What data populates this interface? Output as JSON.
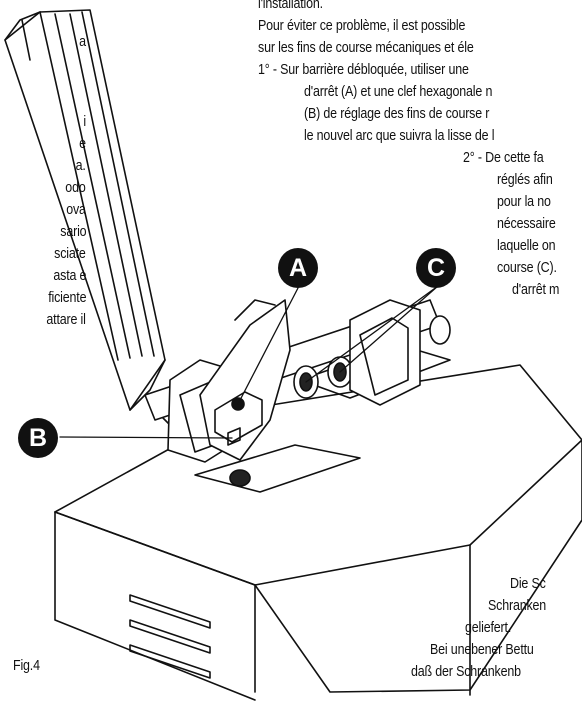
{
  "fr": {
    "lines": [
      "l'installation.",
      "Pour éviter ce problème, il est possible",
      "sur les fins de course mécaniques et éle",
      "1° - Sur barrière débloquée, utiliser une",
      "d'arrêt (A) et une clef hexagonale n",
      "(B) de réglage des fins de course r",
      "le nouvel arc que suivra la lisse de l",
      "2° - De cette fa",
      "réglés afin",
      "pour la no",
      "nécessaire",
      "laquelle on",
      "course (C).",
      "d'arrêt m"
    ]
  },
  "it": {
    "lines": [
      "a",
      "i",
      "e",
      "a.",
      "odo",
      "ova",
      "sario",
      "sciate",
      "asta è",
      "ficiente",
      "attare il"
    ]
  },
  "de": {
    "lines": [
      "Die Sc",
      "Schranken",
      "geliefert.",
      "Bei unebener Bettu",
      "daß der Schrankenb"
    ]
  },
  "callouts": {
    "a": "A",
    "b": "B",
    "c": "C"
  },
  "figure": {
    "label": "Fig.4"
  }
}
